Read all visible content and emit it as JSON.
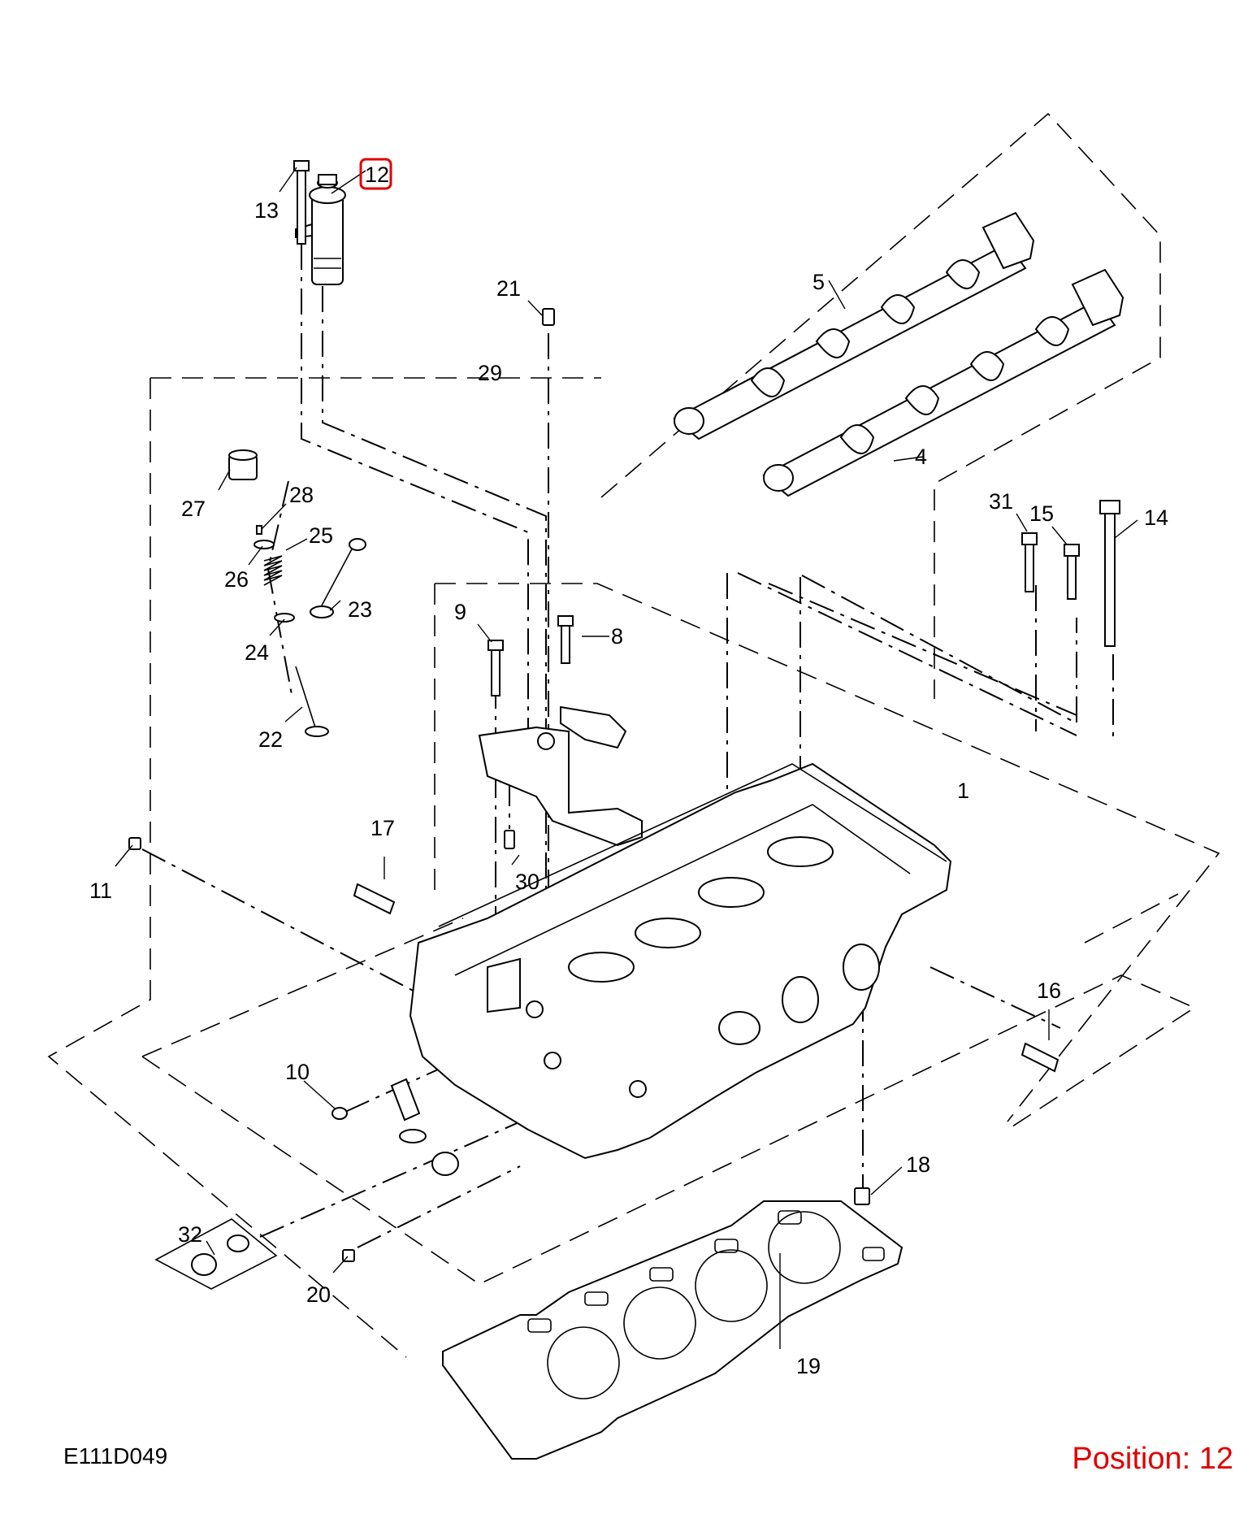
{
  "diagram": {
    "callouts": {
      "c1": "1",
      "c4": "4",
      "c5": "5",
      "c8": "8",
      "c9": "9",
      "c10": "10",
      "c11": "11",
      "c12": "12",
      "c13": "13",
      "c14": "14",
      "c15": "15",
      "c16": "16",
      "c17": "17",
      "c18": "18",
      "c19": "19",
      "c20": "20",
      "c21": "21",
      "c22": "22",
      "c23": "23",
      "c24": "24",
      "c25": "25",
      "c26": "26",
      "c27": "27",
      "c28": "28",
      "c29": "29",
      "c30": "30",
      "c31": "31",
      "c32": "32"
    },
    "highlighted_callout": "12",
    "highlight_color": "#e00000"
  },
  "footer": {
    "code": "E111D049",
    "position": "Position: 12",
    "position_color": "#e00000"
  }
}
